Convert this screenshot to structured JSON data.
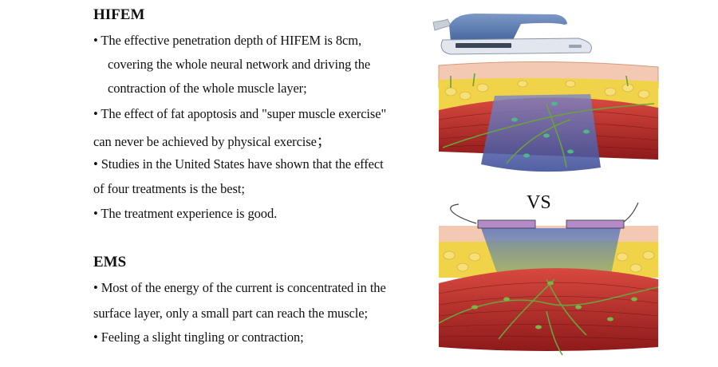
{
  "hifem": {
    "title": "HIFEM",
    "lines": [
      "• The effective penetration depth of HIFEM is 8cm,",
      "covering the whole neural network and driving the",
      "contraction of the whole muscle layer;",
      "• The effect of fat apoptosis and \"super muscle exercise\"",
      "can never be achieved by physical exercise；",
      "• Studies in the United States have shown that the effect",
      "of four treatments is the best;",
      "• The treatment experience is good."
    ]
  },
  "ems": {
    "title": "EMS",
    "lines": [
      "• Most of the energy of the current is concentrated in the",
      "surface layer, only a small part can reach the muscle;",
      "• Feeling a slight tingling or contraction;"
    ]
  },
  "illustration": {
    "vs_label": "VS",
    "colors": {
      "device_blue": "#5f7fb0",
      "device_grey": "#dde3ec",
      "skin": "#f3c9b4",
      "fat": "#f1d34a",
      "muscle": "#c8322e",
      "muscle_dark": "#8e1a1a",
      "nerve": "#7ab548",
      "field_blue": "#5d6fb2",
      "electrode": "#b58ac9"
    }
  }
}
